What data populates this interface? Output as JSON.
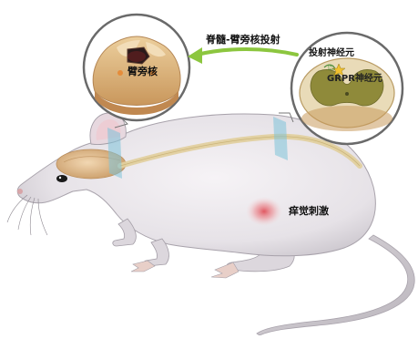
{
  "labels": {
    "pathway": "脊髓-臂旁核投射",
    "parabrachial": "臂旁核",
    "projection_neuron": "投射神经元",
    "grpr_neuron": "GRPR神经元",
    "itch_stimulus": "痒觉刺激"
  },
  "colors": {
    "arrow": "#8cc63f",
    "mouse_body": "#e8e4e8",
    "spinal_cord": "#e9dbb8",
    "gray_matter": "#8f8a3a",
    "tissue_tan": "#d8b27a",
    "itch_spot": "#e0505a"
  }
}
